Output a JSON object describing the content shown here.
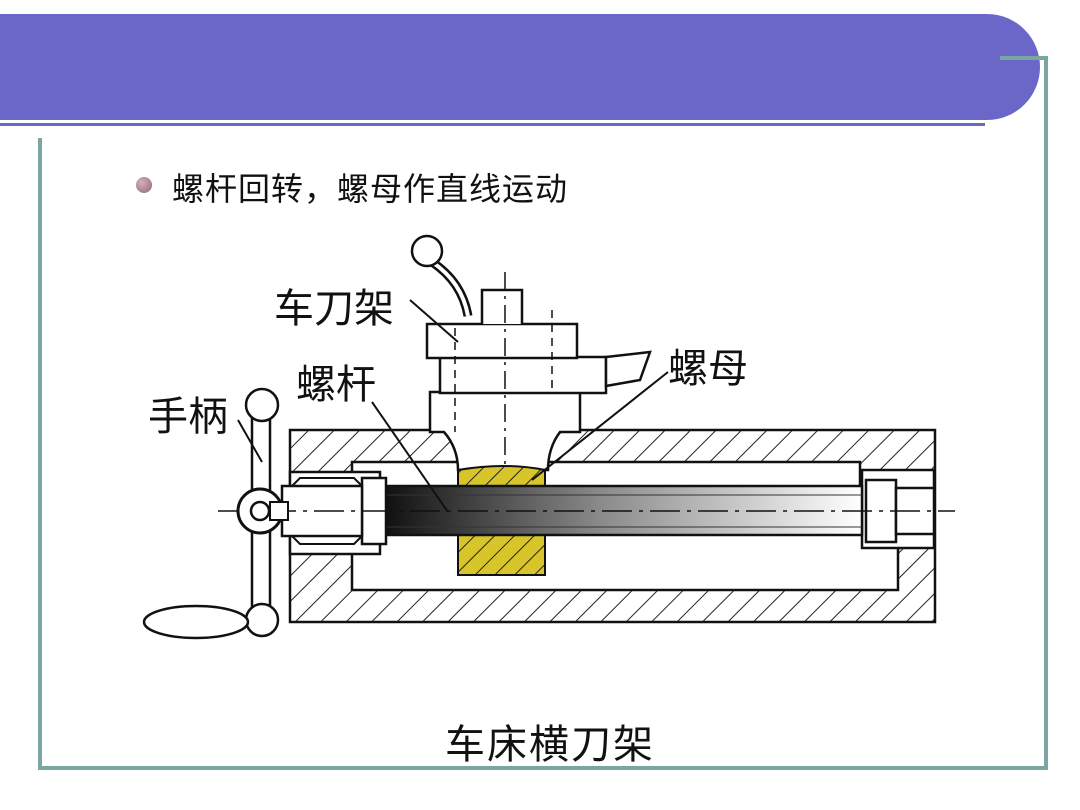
{
  "slide": {
    "bullet_text": "螺杆回转，螺母作直线运动",
    "caption": "车床横刀架"
  },
  "labels": {
    "tool_post": "车刀架",
    "screw": "螺杆",
    "nut": "螺母",
    "handle": "手柄"
  },
  "colors": {
    "header": "#6a67c9",
    "frame": "#7aa5a0",
    "nut_fill": "#d8c52a"
  }
}
